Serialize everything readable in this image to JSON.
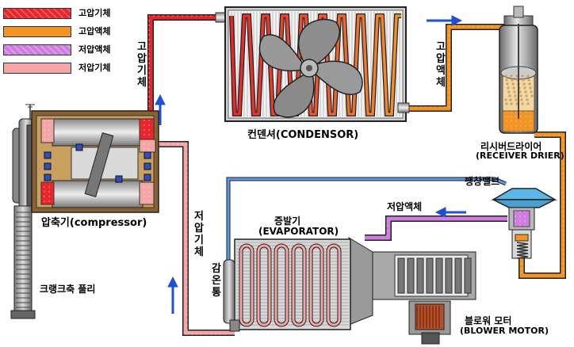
{
  "colors": {
    "high_pressure_gas": "#e8262b",
    "high_pressure_liquid": "#f29426",
    "low_pressure_liquid": "#cf7ee0",
    "low_pressure_gas": "#f4a6a6",
    "blue_pipe": "#3f7fe0",
    "flow_arrow": "#1f4fd6"
  },
  "legend": [
    {
      "label": "고압기체",
      "color_key": "high_pressure_gas"
    },
    {
      "label": "고압액체",
      "color_key": "high_pressure_liquid"
    },
    {
      "label": "저압액체",
      "color_key": "low_pressure_liquid"
    },
    {
      "label": "저압기체",
      "color_key": "low_pressure_gas"
    }
  ],
  "labels": {
    "condenser": "컨덴셔(CONDENSOR)",
    "receiver_drier_kr": "리시버드라이어",
    "receiver_drier_en": "(RECEIVER DRIER)",
    "compressor": "압축기(compressor)",
    "crankshaft_pulley": "크랭크축 풀리",
    "expansion_valve": "팽창밸브",
    "low_pressure_liquid": "저압액체",
    "evaporator_kr": "증발기",
    "evaporator_en": "(EVAPORATOR)",
    "blower_kr": "블로워 모터",
    "blower_en": "(BLOWER MOTOR)"
  },
  "vertical_labels": {
    "high_gas": [
      "고",
      "압",
      "기",
      "체"
    ],
    "high_liquid": [
      "고",
      "압",
      "액",
      "체"
    ],
    "low_gas": [
      "저",
      "압",
      "기",
      "체"
    ],
    "thermo_bulb": [
      "감",
      "온",
      "통"
    ]
  }
}
